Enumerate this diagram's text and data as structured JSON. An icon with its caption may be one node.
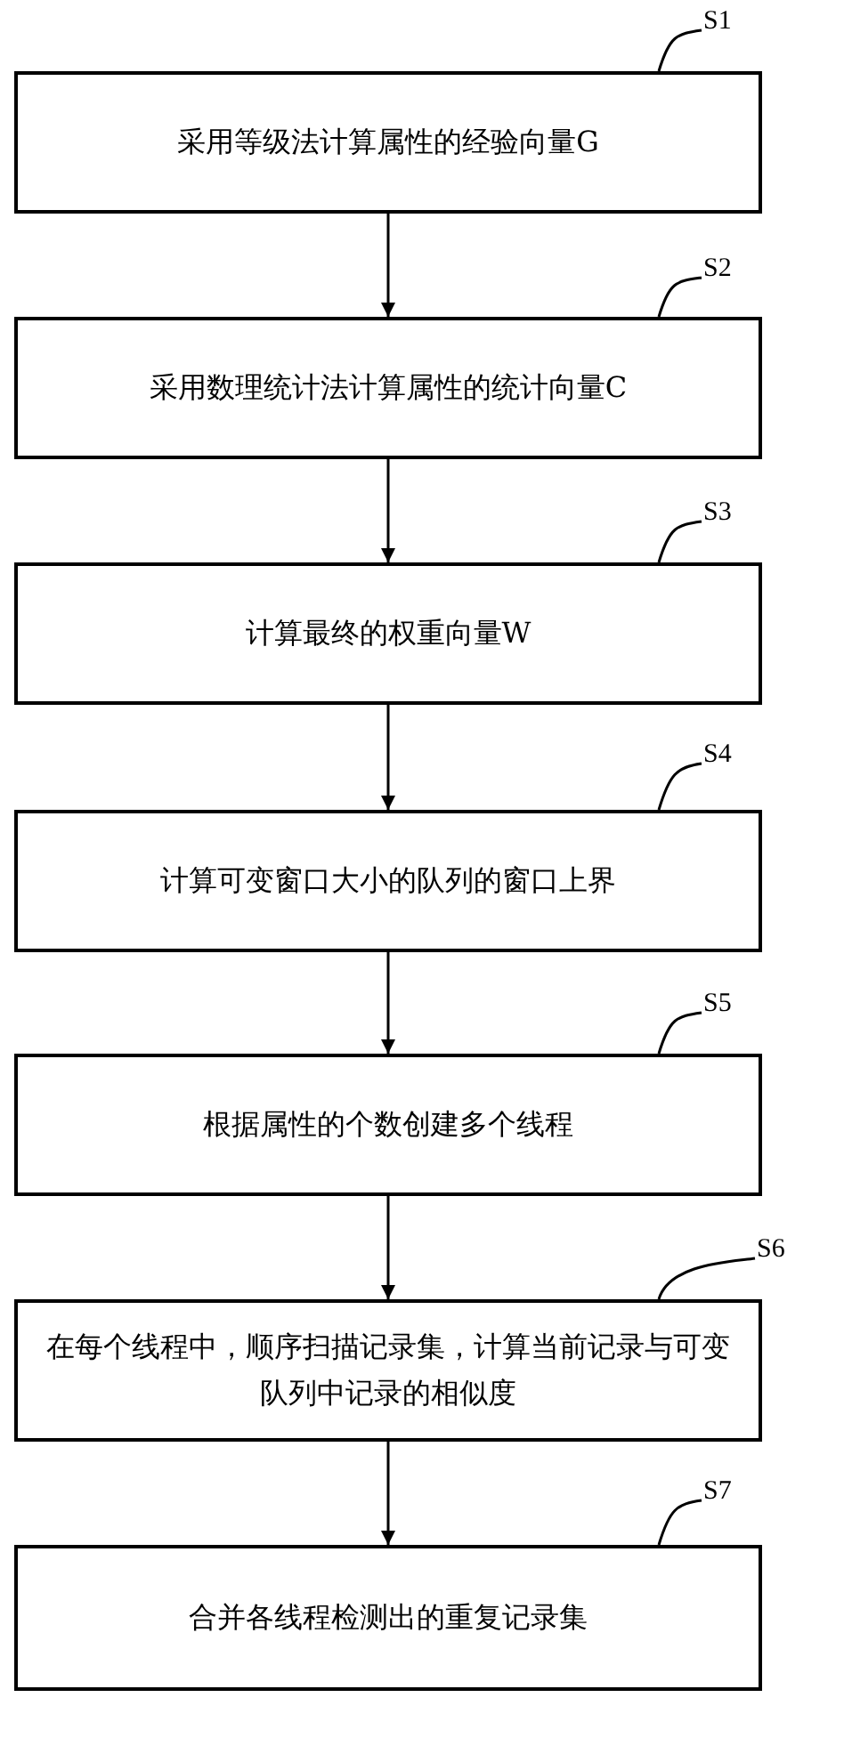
{
  "diagram": {
    "nodes": [
      {
        "text": [
          "S1"
        ]
      },
      {
        "text": [
          "采用等级法计算属性的经验向量G"
        ]
      },
      {
        "text": [
          "S2"
        ]
      },
      {
        "text": [
          "采用数理统计法计算属性的统计向量C"
        ]
      },
      {
        "text": [
          "S3"
        ]
      },
      {
        "text": [
          "计算最终的权重向量W"
        ]
      },
      {
        "text": [
          "S4"
        ]
      },
      {
        "text": [
          "计算可变窗口大小的队列的窗口上界"
        ]
      },
      {
        "text": [
          "S5"
        ]
      },
      {
        "text": [
          "根据属性的个数创建多个线程"
        ]
      },
      {
        "text": [
          "S6"
        ]
      },
      {
        "text": [
          "在每个线程中，顺序扫描记录集，计算当前记录与可变队列中记录的相似度"
        ]
      },
      {
        "text": [
          "S7"
        ]
      },
      {
        "text": [
          "合并各线程检测出的重复记录集"
        ]
      }
    ],
    "edges": [
      {
        "from": 0,
        "to": 1,
        "arrow": "none"
      },
      {
        "from": 2,
        "to": 3,
        "arrow": "none"
      },
      {
        "from": 4,
        "to": 5,
        "arrow": "none"
      },
      {
        "from": 6,
        "to": 7,
        "arrow": "none"
      },
      {
        "from": 8,
        "to": 9,
        "arrow": "none"
      },
      {
        "from": 10,
        "to": 11,
        "arrow": "none"
      },
      {
        "from": 12,
        "to": 13,
        "arrow": "none"
      },
      {
        "from": 1,
        "to": 3,
        "arrow": "to"
      },
      {
        "from": 3,
        "to": 5,
        "arrow": "to"
      },
      {
        "from": 5,
        "to": 7,
        "arrow": "to"
      },
      {
        "from": 7,
        "to": 9,
        "arrow": "to"
      },
      {
        "from": 9,
        "to": 11,
        "arrow": "to"
      },
      {
        "from": 11,
        "to": 13,
        "arrow": "to"
      }
    ]
  }
}
